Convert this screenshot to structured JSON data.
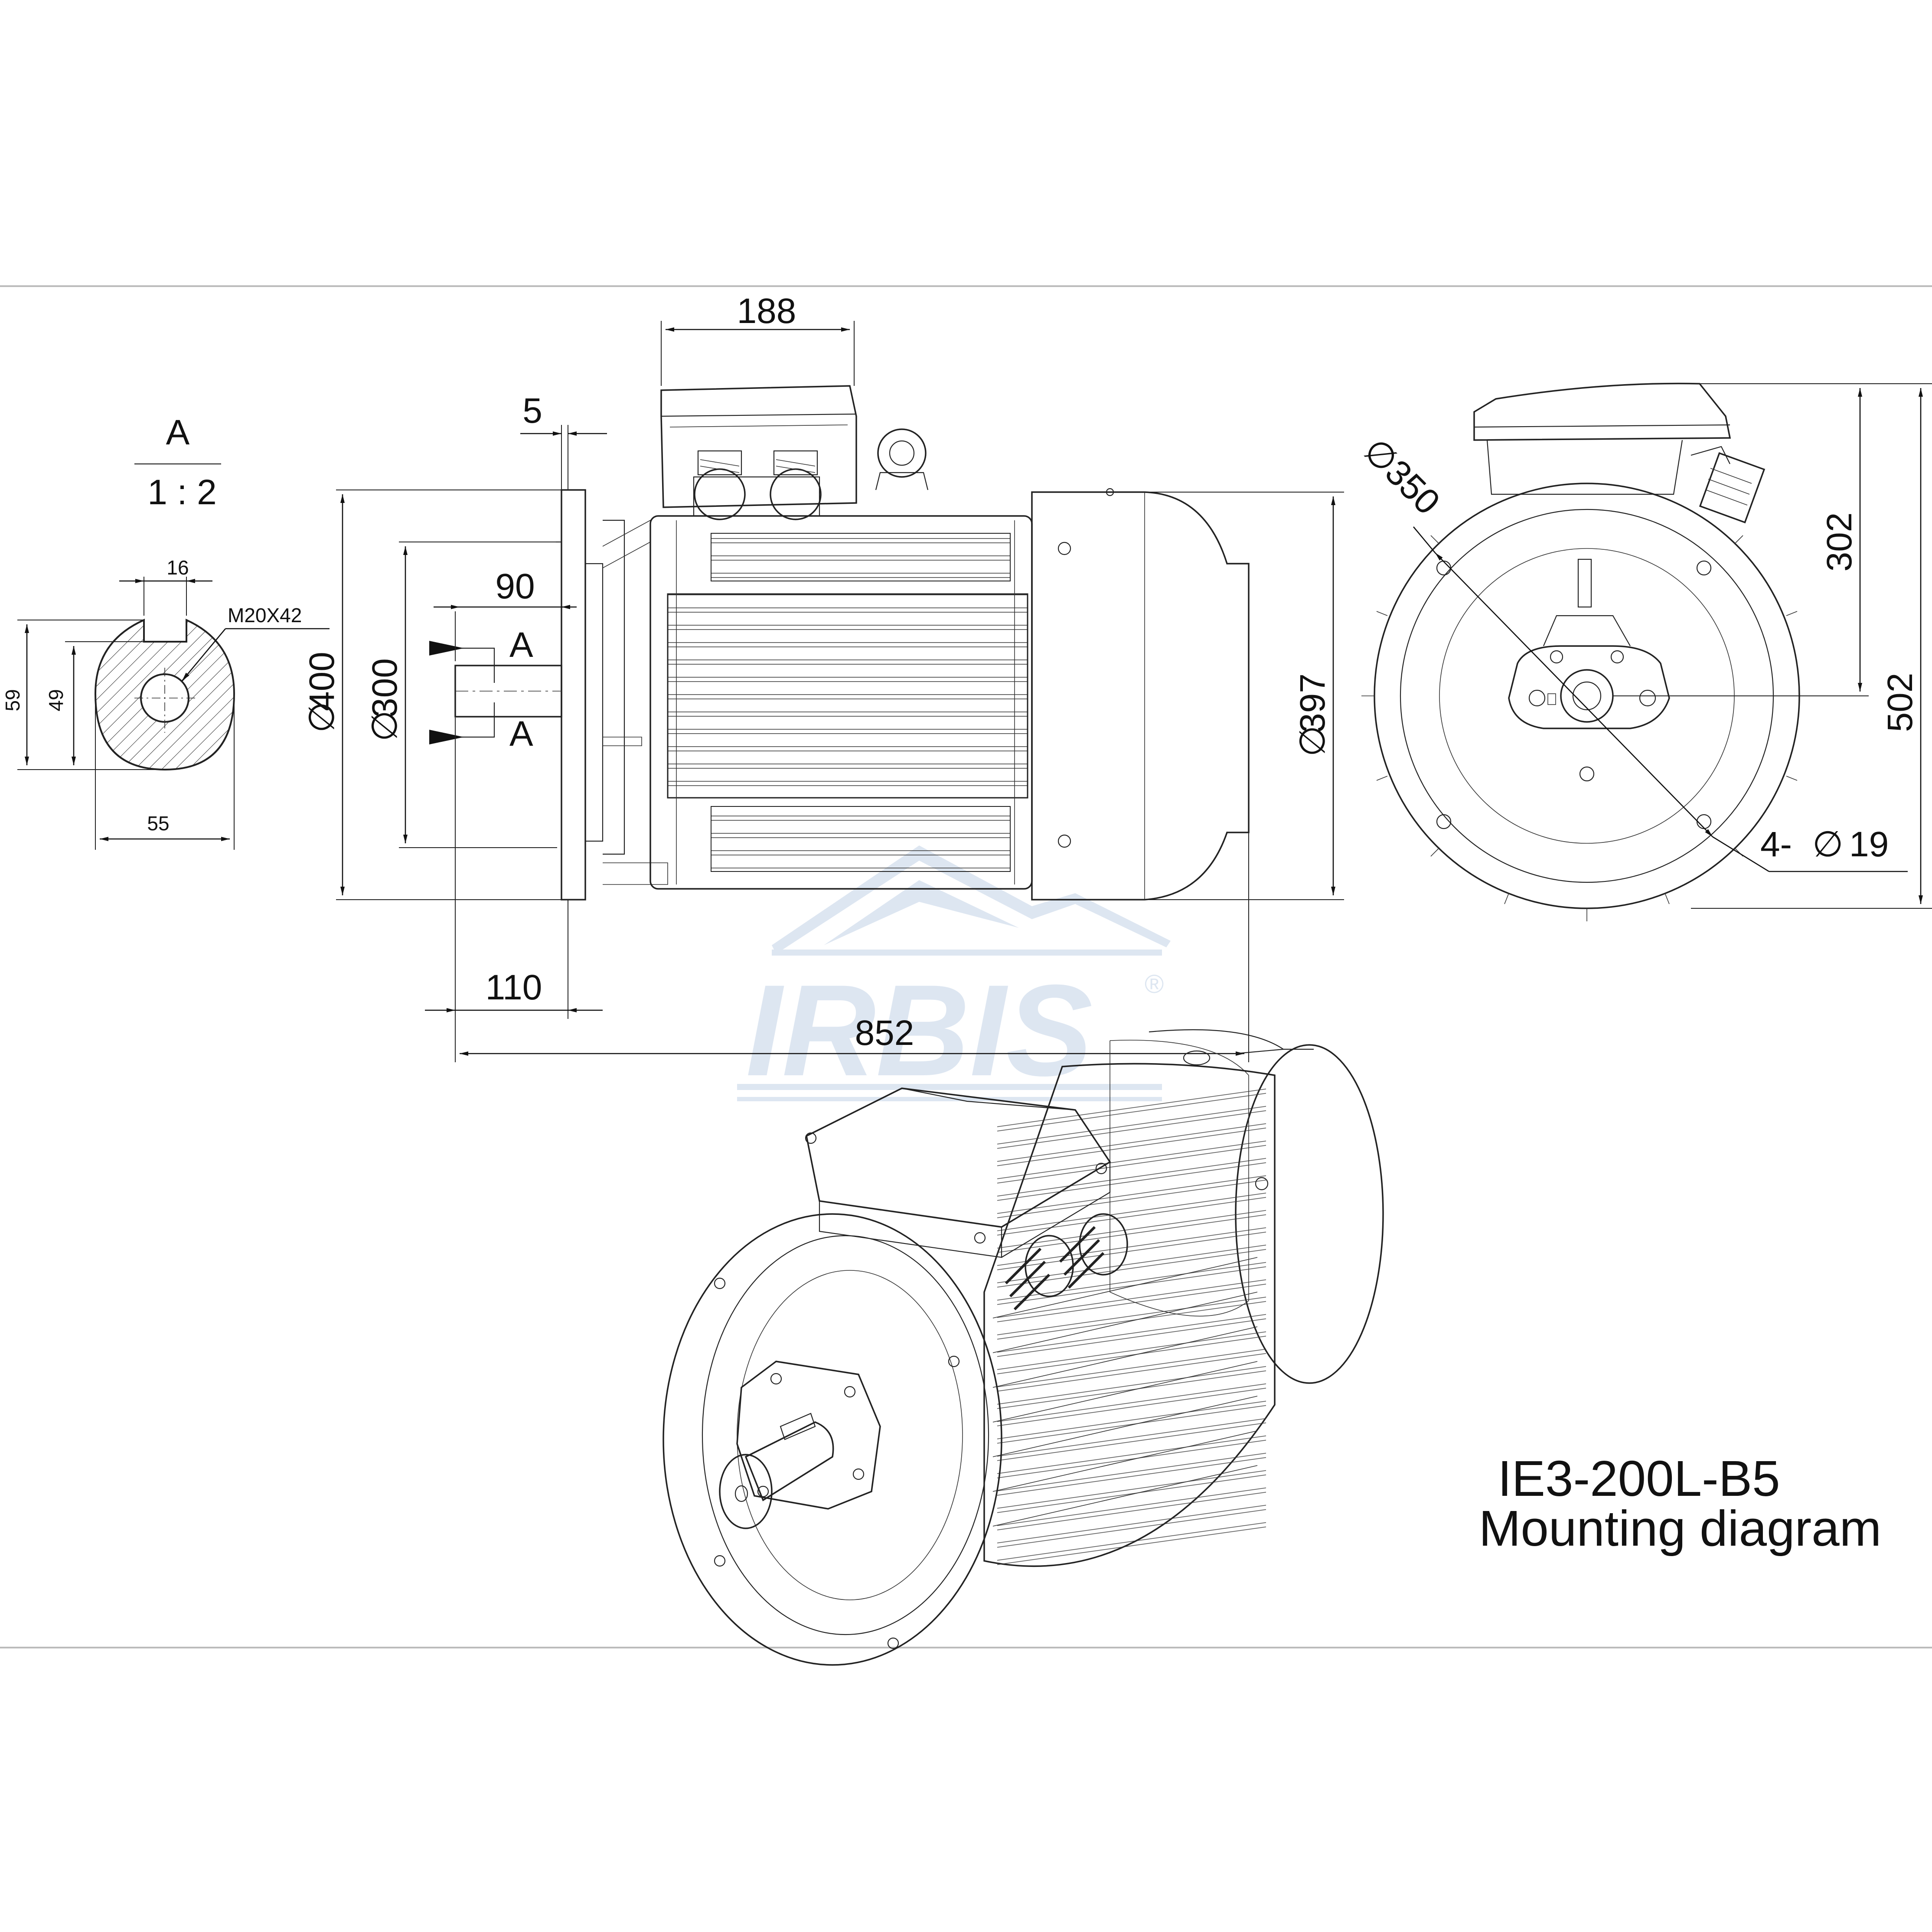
{
  "title": {
    "model": "IE3-200L-B5",
    "subtitle": "Mounting diagram"
  },
  "watermark": {
    "brand": "IRBIS",
    "registered": "®",
    "color": "#dde6f1"
  },
  "section_view": {
    "label": "A",
    "scale": "1 : 2",
    "key_width": "16",
    "thread": "M20X42",
    "height_outer": "59",
    "height_inner": "49",
    "shaft_diameter": "55"
  },
  "side_view": {
    "terminal_box_width": "188",
    "flange_thickness": "5",
    "section_offset": "90",
    "section_mark_top": "A",
    "section_mark_bottom": "A",
    "flange_outer_diameter": "400",
    "spigot_diameter": "300",
    "body_diameter": "397",
    "shaft_length": "110",
    "overall_length": "852",
    "diameter_symbol": "∅"
  },
  "end_view": {
    "pitch_circle_diameter": "350",
    "axis_height": "302",
    "overall_height": "502",
    "holes_count": "4-",
    "hole_diameter": "19"
  }
}
